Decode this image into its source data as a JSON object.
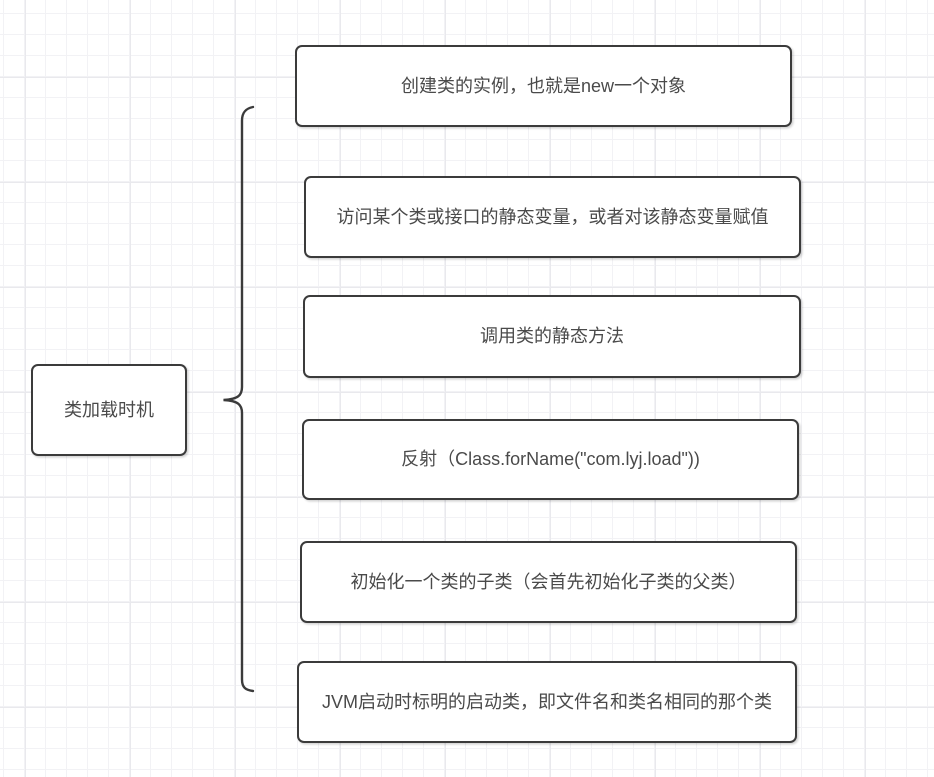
{
  "diagram": {
    "root_label": "类加载时机",
    "branches": [
      {
        "label": "创建类的实例，也就是new一个对象"
      },
      {
        "label": "访问某个类或接口的静态变量，或者对该静态变量赋值"
      },
      {
        "label": "调用类的静态方法"
      },
      {
        "label": "反射（Class.forName(\"com.lyj.load\"))"
      },
      {
        "label": "初始化一个类的子类（会首先初始化子类的父类）"
      },
      {
        "label": "JVM启动时标明的启动类，即文件名和类名相同的那个类"
      }
    ],
    "connector": "curly-brace",
    "colors": {
      "node_border": "#3b3b3b",
      "node_fill": "#ffffff",
      "text": "#4a4a4a",
      "canvas_bg": "#ffffff",
      "grid_minor": "#f2f2f5",
      "grid_major": "#e9e9ed"
    }
  }
}
